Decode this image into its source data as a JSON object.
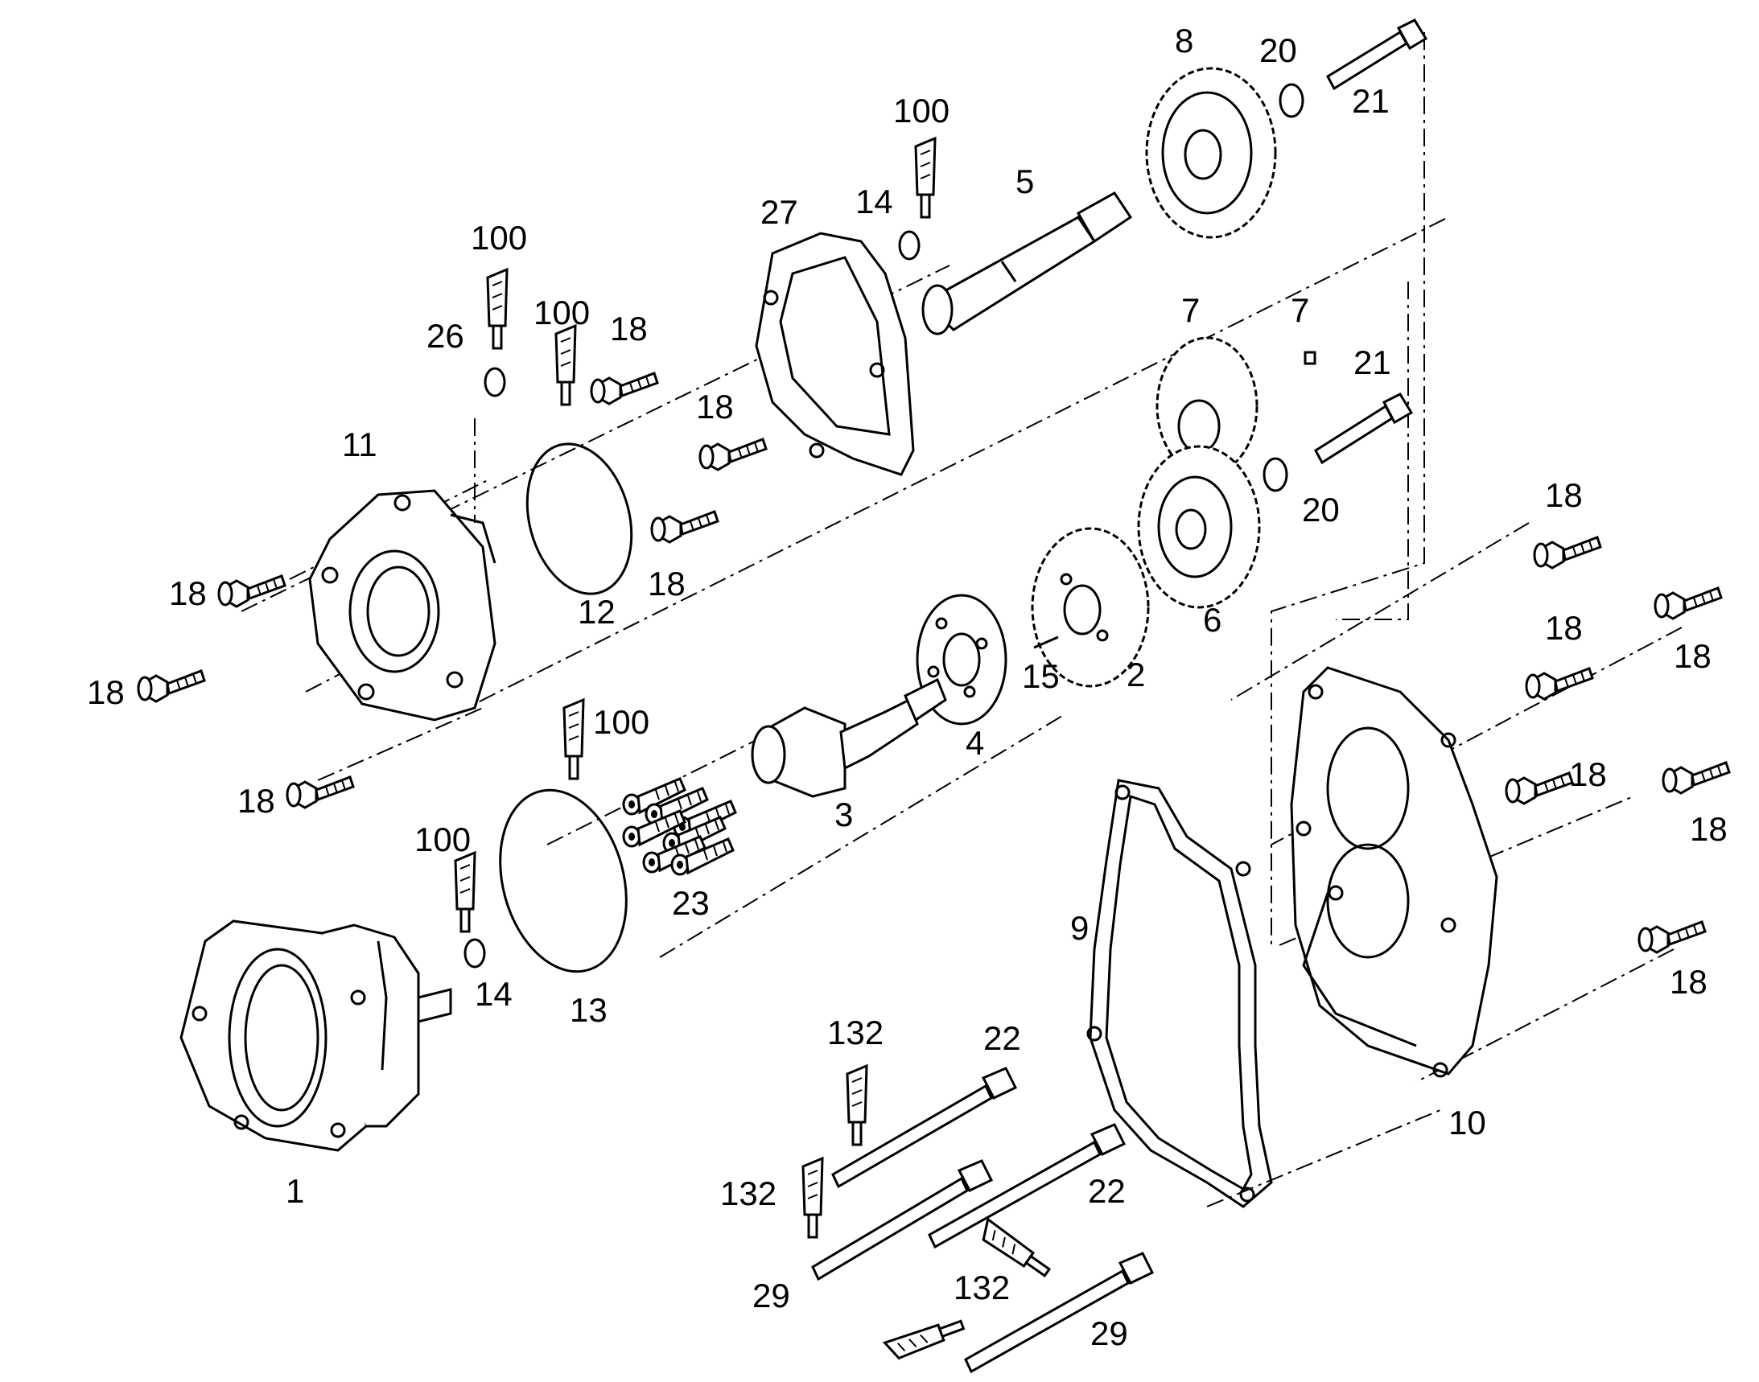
{
  "labels": {
    "p1": "1",
    "p2": "2",
    "p3": "3",
    "p4": "4",
    "p5": "5",
    "p6": "6",
    "p7a": "7",
    "p7b": "7",
    "p8": "8",
    "p9": "9",
    "p10": "10",
    "p11": "11",
    "p12": "12",
    "p13": "13",
    "p14a": "14",
    "p14b": "14",
    "p15": "15",
    "p18a": "18",
    "p18b": "18",
    "p18c": "18",
    "p18d": "18",
    "p18e": "18",
    "p18f": "18",
    "p18g": "18",
    "p18h": "18",
    "p18i": "18",
    "p18j": "18",
    "p18k": "18",
    "p18l": "18",
    "p18m": "18",
    "p20a": "20",
    "p20b": "20",
    "p21a": "21",
    "p21b": "21",
    "p22a": "22",
    "p22b": "22",
    "p23": "23",
    "p26": "26",
    "p27": "27",
    "p29a": "29",
    "p29b": "29",
    "p100a": "100",
    "p100b": "100",
    "p100c": "100",
    "p100d": "100",
    "p100e": "100",
    "p132a": "132",
    "p132b": "132",
    "p132c": "132"
  }
}
